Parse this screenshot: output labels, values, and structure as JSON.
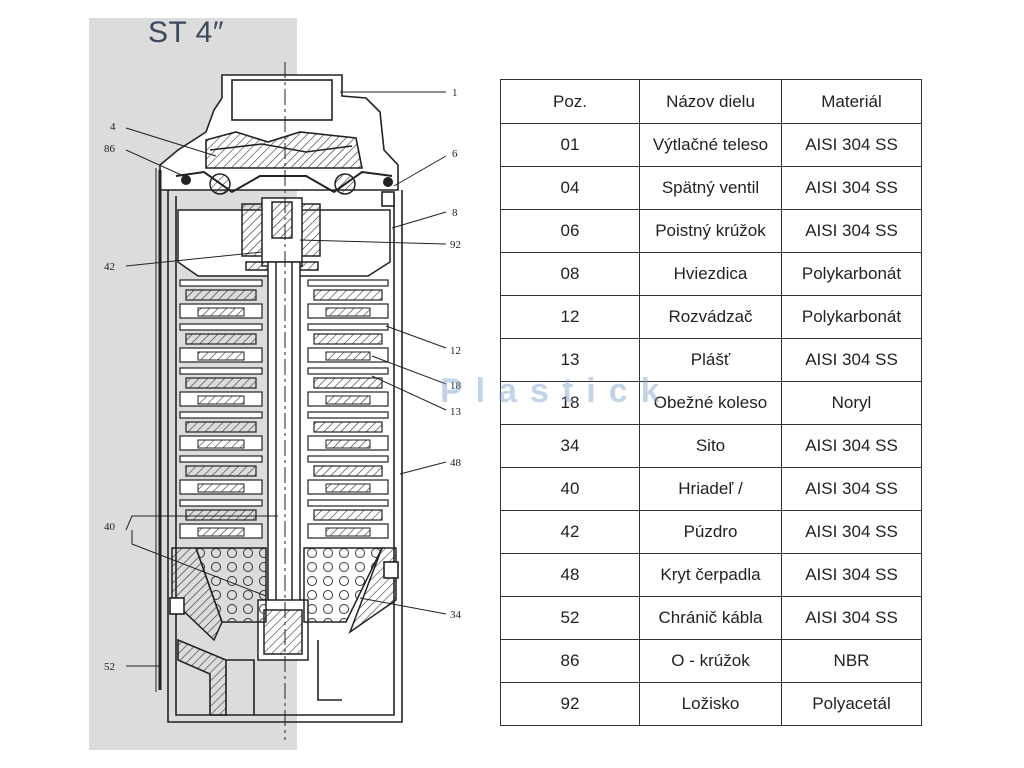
{
  "title": "ST 4″",
  "watermark": "Plastick",
  "callouts": [
    "1",
    "4",
    "86",
    "6",
    "8",
    "92",
    "42",
    "12",
    "18",
    "13",
    "48",
    "40",
    "34",
    "52"
  ],
  "table": {
    "headers": [
      "Poz.",
      "Názov dielu",
      "Materiál"
    ],
    "rows": [
      [
        "01",
        "Výtlačné teleso",
        "AISI 304 SS"
      ],
      [
        "04",
        "Spätný ventil",
        "AISI 304 SS"
      ],
      [
        "06",
        "Poistný krúžok",
        "AISI 304 SS"
      ],
      [
        "08",
        "Hviezdica",
        "Polykarbonát"
      ],
      [
        "12",
        "Rozvádzač",
        "Polykarbonát"
      ],
      [
        "13",
        "Plášť",
        "AISI 304 SS"
      ],
      [
        "18",
        "Obežné koleso",
        "Noryl"
      ],
      [
        "34",
        "Sito",
        "AISI 304 SS"
      ],
      [
        "40",
        "Hriadeľ /",
        "AISI 304 SS"
      ],
      [
        "42",
        "Púzdro",
        "AISI 304 SS"
      ],
      [
        "48",
        "Kryt čerpadla",
        "AISI 304 SS"
      ],
      [
        "52",
        "Chránič kábla",
        "AISI 304 SS"
      ],
      [
        "86",
        "O - krúžok",
        "NBR"
      ],
      [
        "92",
        "Ložisko",
        "Polyacetál"
      ]
    ]
  }
}
